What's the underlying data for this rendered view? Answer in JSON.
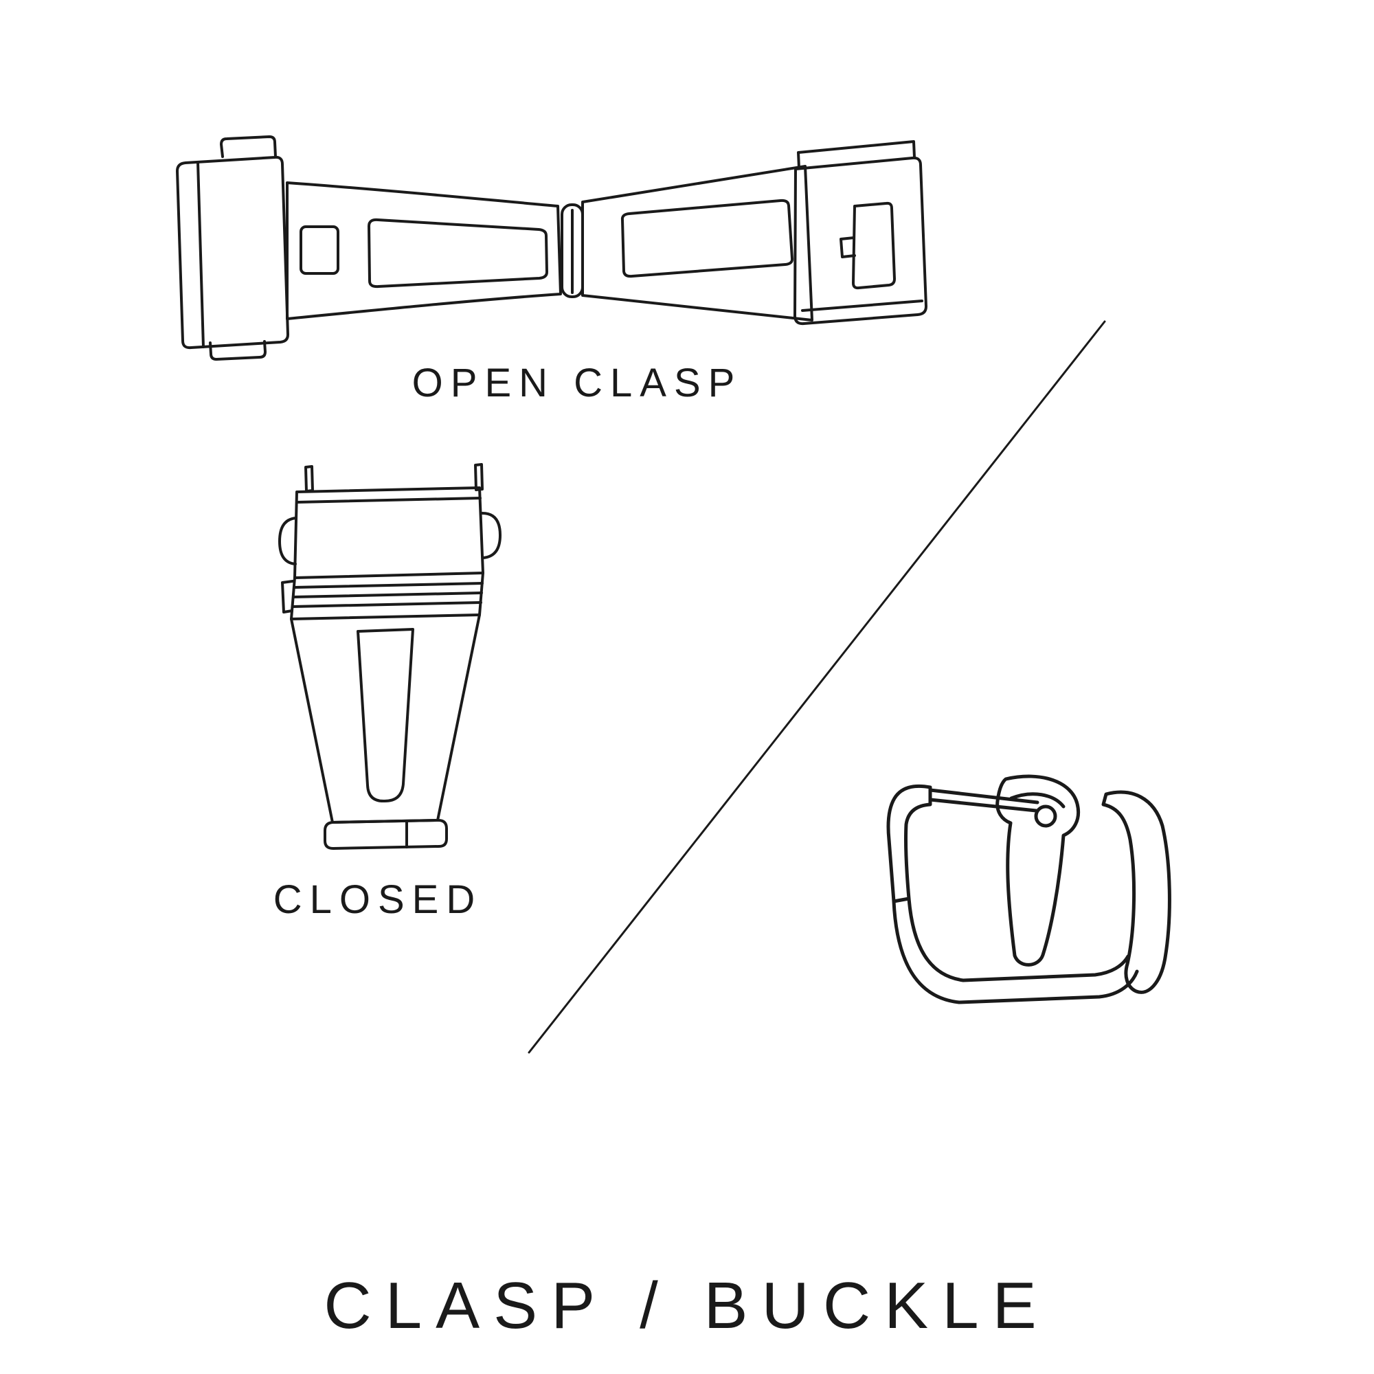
{
  "canvas": {
    "background": "#ffffff",
    "line_color": "#1a1a1a"
  },
  "labels": {
    "open_clasp": "OPEN CLASP",
    "closed": "CLOSED",
    "title": "CLASP / BUCKLE"
  },
  "illustrations": [
    {
      "icon": "open-clasp-illustration",
      "caption": "OPEN CLASP"
    },
    {
      "icon": "closed-clasp-illustration",
      "caption": "CLOSED"
    },
    {
      "icon": "divider-line",
      "caption": ""
    },
    {
      "icon": "buckle-illustration",
      "caption": ""
    }
  ]
}
